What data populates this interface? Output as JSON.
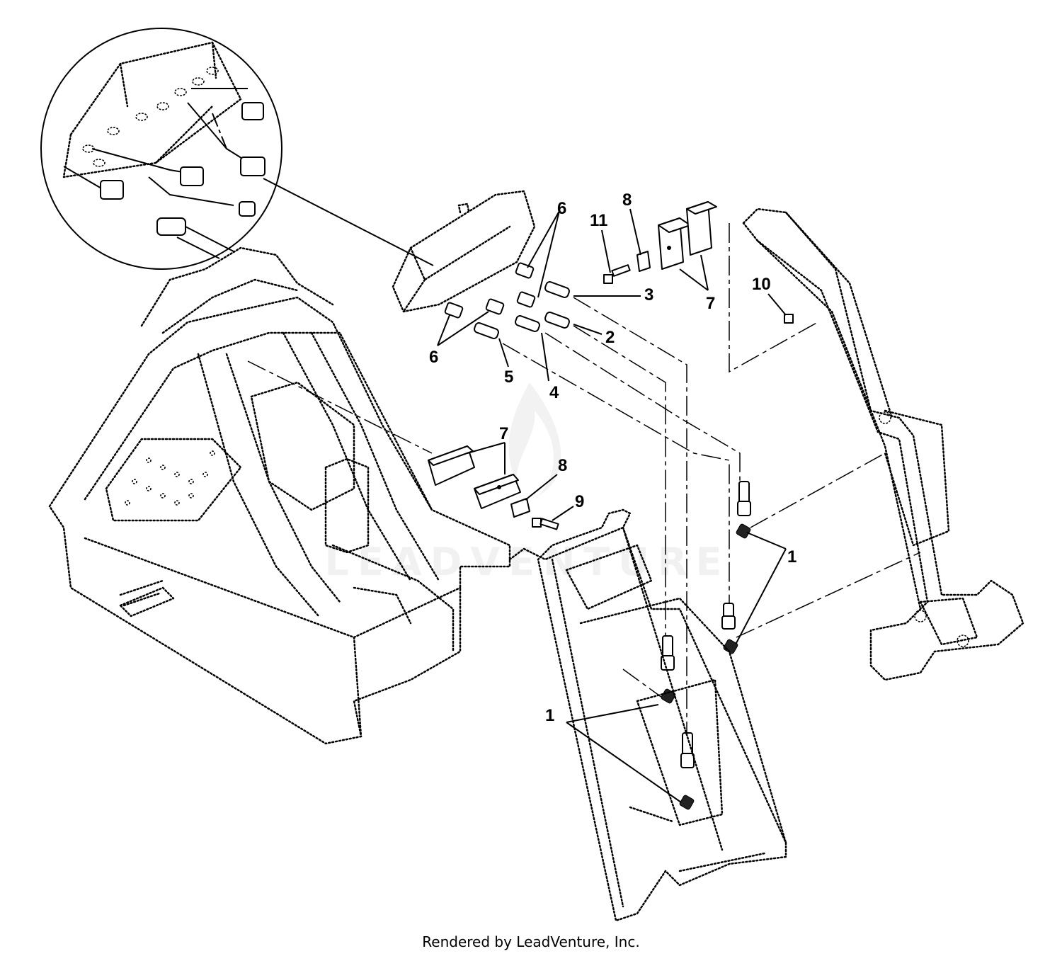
{
  "callouts": {
    "c1a": "1",
    "c1b": "1",
    "c2": "2",
    "c3": "3",
    "c4": "4",
    "c5": "5",
    "c6a": "6",
    "c6b": "6",
    "c7a": "7",
    "c7b": "7",
    "c8a": "8",
    "c8b": "8",
    "c9": "9",
    "c10": "10",
    "c11": "11"
  },
  "watermark": "LEADVENTURE",
  "footer": "Rendered by LeadVenture, Inc."
}
